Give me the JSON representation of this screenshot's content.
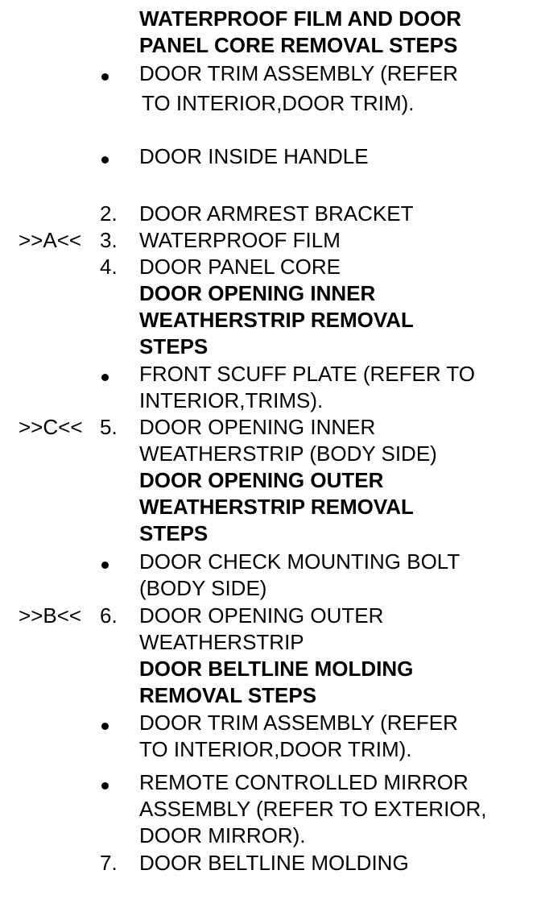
{
  "sections": {
    "waterproof_heading": [
      "WATERPROOF FILM AND DOOR",
      "PANEL CORE REMOVAL STEPS"
    ],
    "inner_heading": [
      "DOOR OPENING INNER",
      "WEATHERSTRIP REMOVAL",
      "STEPS"
    ],
    "outer_heading": [
      "DOOR OPENING OUTER",
      "WEATHERSTRIP REMOVAL",
      "STEPS"
    ],
    "beltline_heading": [
      "DOOR BELTLINE MOLDING",
      "REMOVAL STEPS"
    ]
  },
  "bullets": {
    "door_trim_1": [
      "DOOR TRIM ASSEMBLY (REFER",
      "TO INTERIOR,DOOR TRIM)."
    ],
    "inside_handle": [
      "DOOR INSIDE HANDLE"
    ],
    "scuff_plate": [
      "FRONT SCUFF PLATE (REFER TO",
      "INTERIOR,TRIMS)."
    ],
    "check_bolt": [
      "DOOR CHECK MOUNTING BOLT",
      "(BODY SIDE)"
    ],
    "door_trim_2": [
      "DOOR TRIM ASSEMBLY (REFER",
      "TO INTERIOR,DOOR TRIM)."
    ],
    "mirror": [
      "REMOTE CONTROLLED MIRROR",
      "ASSEMBLY (REFER TO EXTERIOR,",
      "DOOR MIRROR)."
    ]
  },
  "steps": {
    "s2": {
      "num": "2.",
      "lines": [
        "DOOR ARMREST BRACKET"
      ]
    },
    "s3": {
      "num": "3.",
      "marker": ">>A<<",
      "lines": [
        "WATERPROOF FILM"
      ]
    },
    "s4": {
      "num": "4.",
      "lines": [
        "DOOR PANEL CORE"
      ]
    },
    "s5": {
      "num": "5.",
      "marker": ">>C<<",
      "lines": [
        "DOOR OPENING INNER",
        "WEATHERSTRIP (BODY SIDE)"
      ]
    },
    "s6": {
      "num": "6.",
      "marker": ">>B<<",
      "lines": [
        "DOOR OPENING OUTER",
        "WEATHERSTRIP"
      ]
    },
    "s7": {
      "num": "7.",
      "lines": [
        "DOOR BELTLINE MOLDING"
      ]
    }
  }
}
